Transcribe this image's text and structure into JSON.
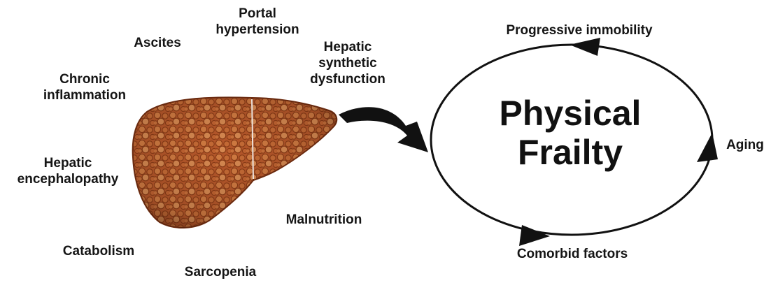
{
  "liver_factors": {
    "ascites": "Ascites",
    "portal_hypertension": [
      "Portal",
      "hypertension"
    ],
    "hepatic_synthetic_dysfunction": [
      "Hepatic",
      "synthetic",
      "dysfunction"
    ],
    "chronic_inflammation": [
      "Chronic",
      "inflammation"
    ],
    "hepatic_encephalopathy": [
      "Hepatic",
      "encephalopathy"
    ],
    "malnutrition": "Malnutrition",
    "catabolism": "Catabolism",
    "sarcopenia": "Sarcopenia"
  },
  "cycle": {
    "center_title": [
      "Physical",
      "Frailty"
    ],
    "top": "Progressive immobility",
    "right": "Aging",
    "bottom": "Comorbid factors"
  },
  "colors": {
    "liver_base": "#b5572a",
    "liver_dark": "#7d3514",
    "liver_light": "#d98a4e",
    "ink": "#111111"
  },
  "icons": {
    "organ": "liver-icon",
    "main_arrow": "curved-arrow-icon"
  }
}
